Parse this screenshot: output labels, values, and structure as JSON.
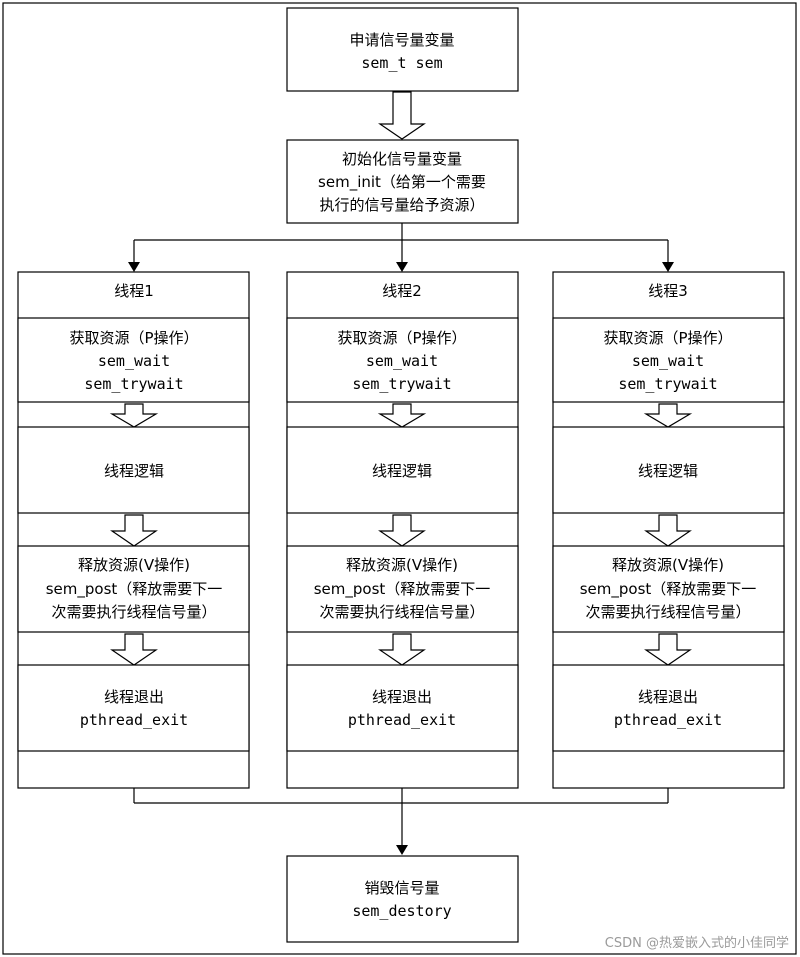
{
  "step_request": {
    "title": "申请信号量变量",
    "code": "sem_t sem"
  },
  "step_init": {
    "title": "初始化信号量变量",
    "line2": "sem_init（给第一个需要",
    "line3": "执行的信号量给予资源）"
  },
  "threads": [
    {
      "header": "线程1",
      "acquire": {
        "title": "获取资源（P操作）",
        "code1": "sem_wait",
        "code2": "sem_trywait"
      },
      "logic": "线程逻辑",
      "release": {
        "title": "释放资源(V操作)",
        "line2": "sem_post（释放需要下一",
        "line3": "次需要执行线程信号量）"
      },
      "exit": {
        "title": "线程退出",
        "code": "pthread_exit"
      }
    },
    {
      "header": "线程2",
      "acquire": {
        "title": "获取资源（P操作）",
        "code1": "sem_wait",
        "code2": "sem_trywait"
      },
      "logic": "线程逻辑",
      "release": {
        "title": "释放资源(V操作)",
        "line2": "sem_post（释放需要下一",
        "line3": "次需要执行线程信号量）"
      },
      "exit": {
        "title": "线程退出",
        "code": "pthread_exit"
      }
    },
    {
      "header": "线程3",
      "acquire": {
        "title": "获取资源（P操作）",
        "code1": "sem_wait",
        "code2": "sem_trywait"
      },
      "logic": "线程逻辑",
      "release": {
        "title": "释放资源(V操作)",
        "line2": "sem_post（释放需要下一",
        "line3": "次需要执行线程信号量）"
      },
      "exit": {
        "title": "线程退出",
        "code": "pthread_exit"
      }
    }
  ],
  "step_destroy": {
    "title": "销毁信号量",
    "code": "sem_destory"
  },
  "watermark": "CSDN @热爱嵌入式的小佳同学"
}
